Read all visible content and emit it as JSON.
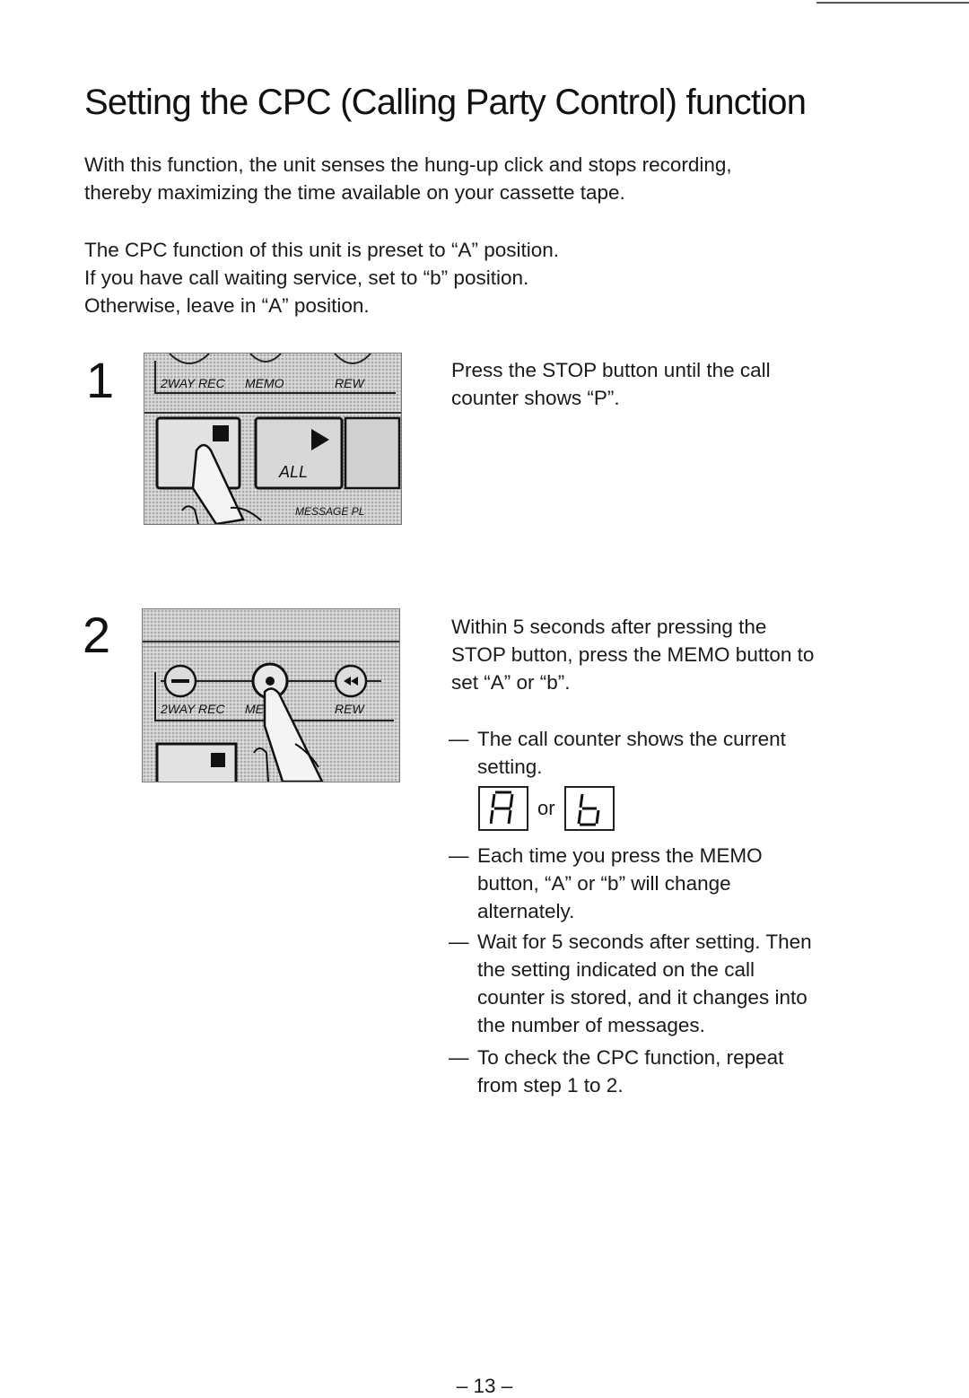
{
  "title": "Setting the CPC (Calling Party Control) function",
  "intro": [
    "With this function, the unit senses the hung-up click and stops recording,",
    "thereby maximizing the time available on your cassette tape."
  ],
  "preset": [
    "The CPC function of this unit is preset to “A” position.",
    "If you have call waiting service, set to “b” position.",
    "Otherwise, leave in “A” position."
  ],
  "steps": [
    {
      "number": "1",
      "lines": [
        "Press the STOP button until the call",
        "counter shows “P”."
      ],
      "photo_labels": {
        "twoway_rec": "2WAY REC",
        "memo": "MEMO",
        "rew": "REW",
        "all": "ALL",
        "message_play": "MESSAGE PL"
      }
    },
    {
      "number": "2",
      "lines": [
        "Within 5 seconds after pressing the",
        "STOP button, press the MEMO button to",
        "set “A” or “b”."
      ],
      "photo_labels": {
        "twoway_rec": "2WAY REC",
        "memo": "ME",
        "rew": "REW"
      }
    }
  ],
  "notes": [
    {
      "dash": "—",
      "lines": [
        "The call counter shows the current",
        "setting."
      ]
    },
    {
      "dash": "—",
      "lines": [
        "Each time you press the MEMO",
        "button, “A” or “b” will change",
        "alternately."
      ]
    },
    {
      "dash": "—",
      "lines": [
        "Wait for 5 seconds after setting. Then",
        "the setting indicated on the call",
        "counter is stored, and it changes into",
        "the number of messages."
      ]
    },
    {
      "dash": "—",
      "lines": [
        "To check the CPC function, repeat",
        "from step 1 to 2."
      ]
    }
  ],
  "lcd": {
    "a": "A",
    "or": "or",
    "b": "b"
  },
  "page_number": "– 13 –"
}
